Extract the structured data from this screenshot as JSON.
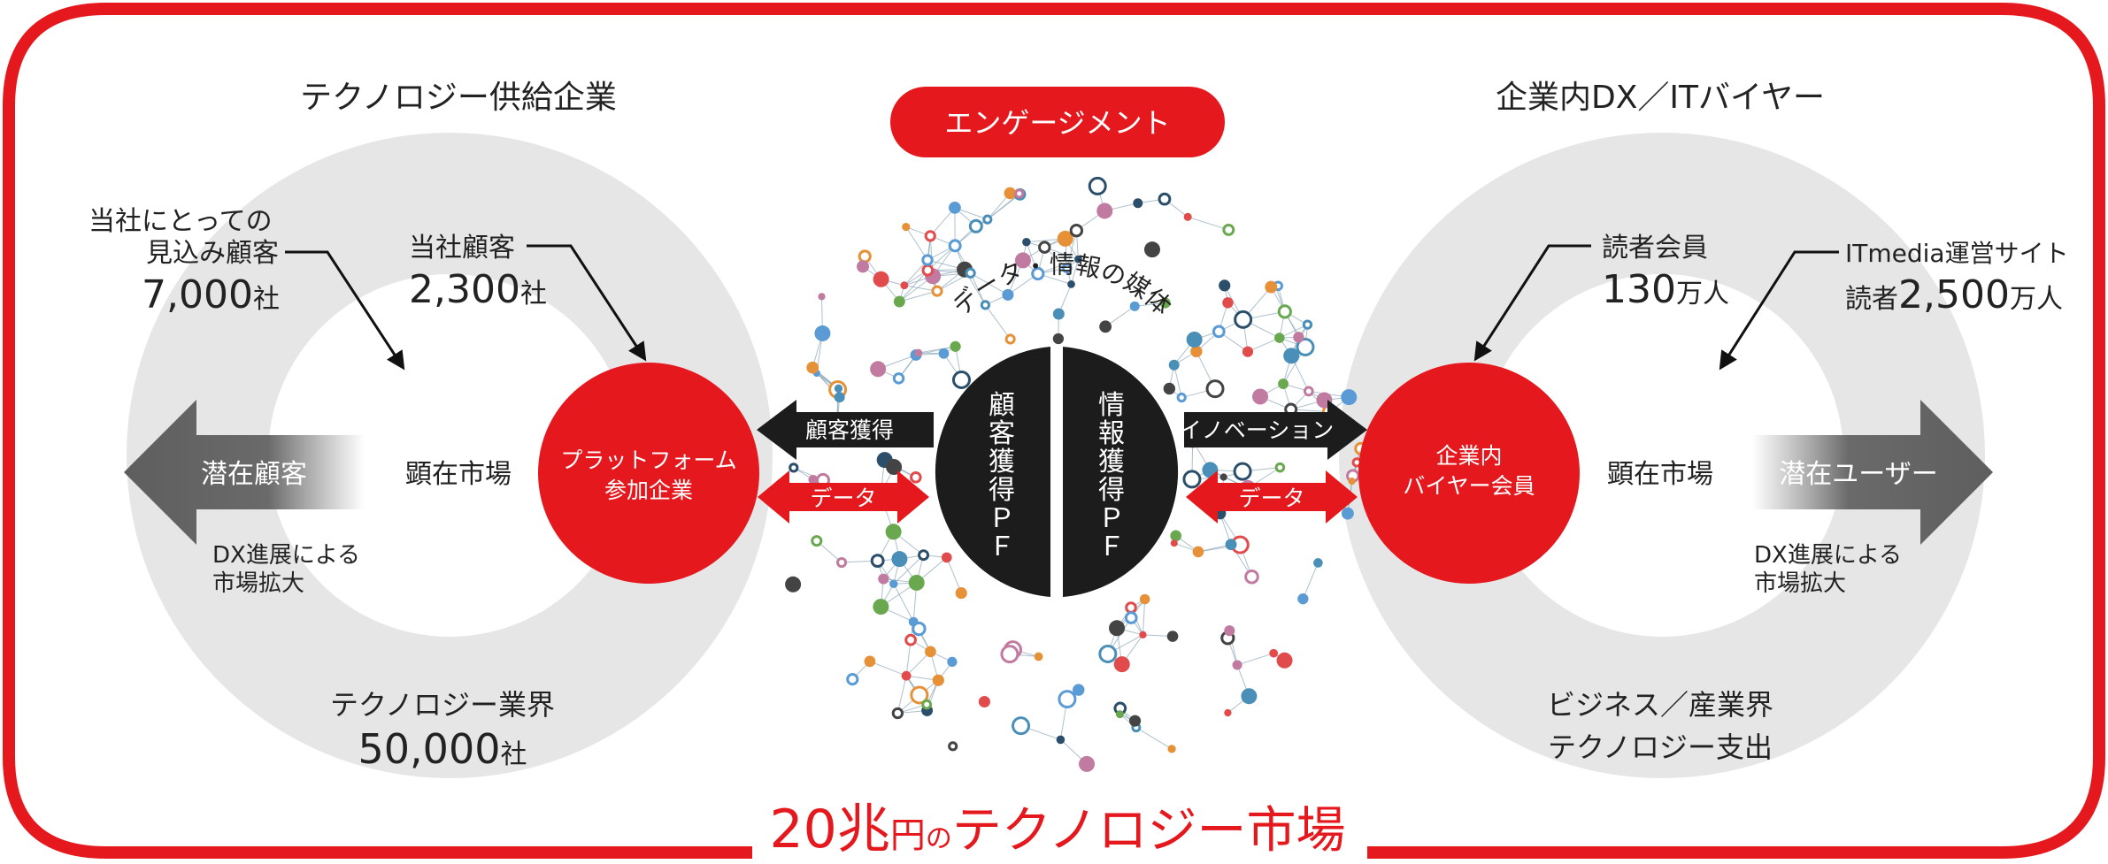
{
  "colors": {
    "accent": "#e5181e",
    "dark": "#1c1c1c",
    "ring": "#e6e6e6",
    "arrow_gray": "#6a6a6a",
    "network_node": "#4a8fb8"
  },
  "left": {
    "title": "テクノロジー供給企業",
    "prospect_label_1": "当社にとっての",
    "prospect_label_2": "見込み顧客",
    "prospect_num": "7,000",
    "prospect_unit": "社",
    "customer_label": "当社顧客",
    "customer_num": "2,300",
    "customer_unit": "社",
    "market_label": "顕在市場",
    "circle_line_1": "プラットフォーム",
    "circle_line_2": "参加企業",
    "potential_arrow": "潜在顧客",
    "dx_line_1": "DX進展による",
    "dx_line_2": "市場拡大",
    "industry_label": "テクノロジー業界",
    "industry_num": "50,000",
    "industry_unit": "社"
  },
  "center": {
    "engagement": "エンゲージメント",
    "media_arc": "データ・情報の媒体",
    "left_half": "顧客獲得ＰＦ",
    "right_half": "情報獲得ＰＦ",
    "arrow_left": "顧客獲得",
    "arrow_right": "イノベーション",
    "data_left": "データ",
    "data_right": "データ"
  },
  "right": {
    "title": "企業内DX／ITバイヤー",
    "readers_label": "読者会員",
    "readers_num": "130",
    "readers_unit": "万人",
    "sites_label": "ITmedia運営サイト",
    "sites_prefix": "読者",
    "sites_num": "2,500",
    "sites_unit": "万人",
    "market_label": "顕在市場",
    "circle_line_1": "企業内",
    "circle_line_2": "バイヤー会員",
    "potential_arrow": "潜在ユーザー",
    "dx_line_1": "DX進展による",
    "dx_line_2": "市場拡大",
    "bottom_line_1": "ビジネス／産業界",
    "bottom_line_2": "テクノロジー支出"
  },
  "footer": {
    "amount": "20兆",
    "unit": "円",
    "particle": "の",
    "market": "テクノロジー市場"
  }
}
